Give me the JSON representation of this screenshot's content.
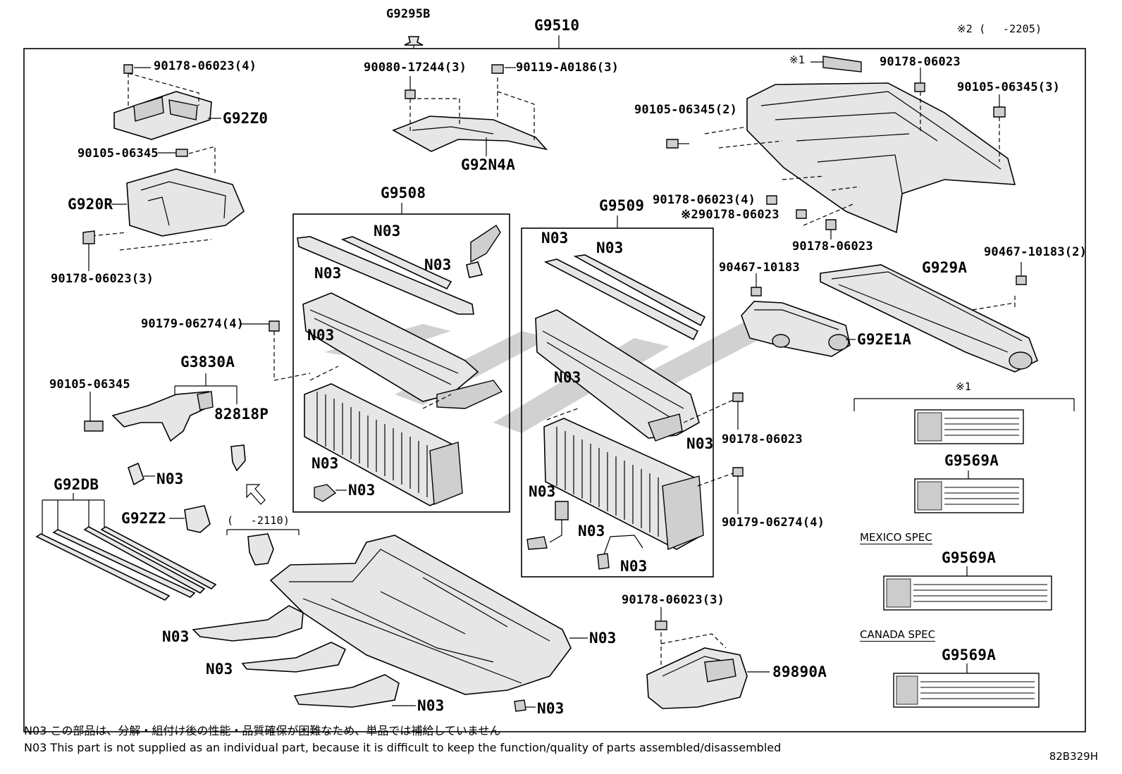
{
  "labels": {
    "top_clip": "G9295B",
    "main_assy": "G9510",
    "spec_range_top": "※2 (　 -2205)",
    "bolt_90178_4": "90178-06023(4)",
    "g92z0": "G92Z0",
    "bolt_90105_left": "90105-06345",
    "g920r": "G920R",
    "nut_90178_3_left": "90178-06023(3)",
    "nut_90080": "90080-17244(3)",
    "bolt_90119": "90119-A0186(3)",
    "g92n4a": "G92N4A",
    "label_mark1_top": "※1",
    "bolt_90178_topright": "90178-06023",
    "bolt_90105_3": "90105-06345(3)",
    "bolt_90105_2": "90105-06345(2)",
    "nut_90178_4_right": "90178-06023(4)",
    "nut_mark2": "※290178-06023",
    "nut_90178_under": "90178-06023",
    "g9508": "G9508",
    "g9509": "G9509",
    "n03": "N03",
    "clip_90467_left": "90467-10183",
    "clip_90467_right": "90467-10183(2)",
    "g929a": "G929A",
    "g92e1a": "G92E1A",
    "nut_90179_left": "90179-06274(4)",
    "g3830a": "G3830A",
    "bolt_90105_mid": "90105-06345",
    "p82818p": "82818P",
    "g92db": "G92DB",
    "g92z2": "G92Z2",
    "range_2110": "(　 -2110)",
    "nut_90178_mid": "90178-06023",
    "nut_90179_right": "90179-06274(4)",
    "label_mark1_box": "※1",
    "g9569a": "G9569A",
    "mexico_spec": "MEXICO SPEC",
    "canada_spec": "CANADA SPEC",
    "nut_90178_3_bottom": "90178-06023(3)",
    "p89890a": "89890A"
  },
  "notes": {
    "jp": "N03 この部品は、分解・組付け後の性能・品質確保が困難なため、単品では補給していません",
    "en": "N03 This part is not supplied as an individual part, because it is difficult to keep the function/quality of parts assembled/disassembled"
  },
  "diagram_code": "82B329H"
}
